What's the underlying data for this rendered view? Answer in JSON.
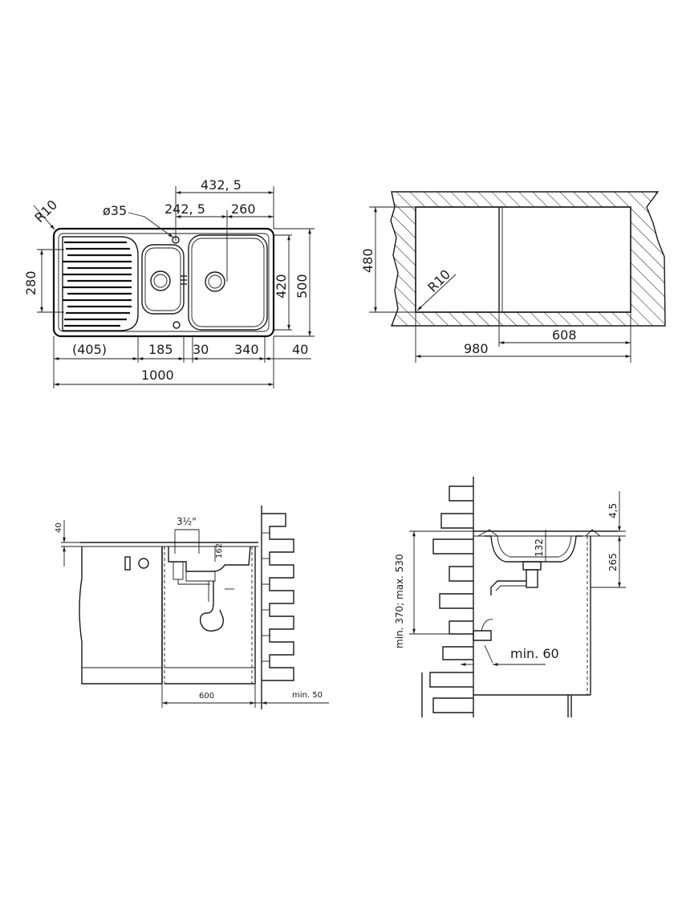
{
  "top_plan": {
    "radius": "R10",
    "hole_dia": "ø35",
    "dims": {
      "d432": "432, 5",
      "d242": "242, 5",
      "d260": "260",
      "d280": "280",
      "d420": "420",
      "d500": "500",
      "d405": "(405)",
      "d185": "185",
      "d30": "30",
      "d340": "340",
      "d40": "40",
      "d1000": "1000"
    }
  },
  "cutout": {
    "dims": {
      "d480": "480",
      "r10": "R10",
      "d980": "980",
      "d608": "608"
    }
  },
  "front_install": {
    "dims": {
      "d40": "40",
      "d3half": "3½\"",
      "d162": "162",
      "d600": "600",
      "dmin50": "min. 50"
    }
  },
  "side_install": {
    "dims": {
      "d45": "4,5",
      "d132": "132",
      "d265": "265",
      "dminmax": "min. 370; max. 530",
      "dmin60": "min. 60"
    }
  }
}
